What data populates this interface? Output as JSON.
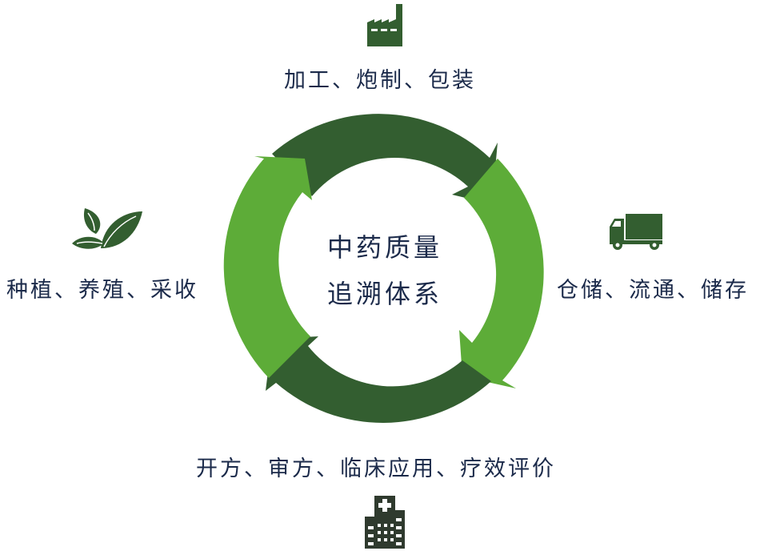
{
  "center": {
    "line1": "中药质量",
    "line2": "追溯体系"
  },
  "stages": {
    "top": {
      "label": "加工、炮制、包装",
      "icon": "factory-icon"
    },
    "right": {
      "label": "仓储、流通、储存",
      "icon": "truck-icon"
    },
    "bottom": {
      "label": "开方、审方、临床应用、疗效评价",
      "icon": "hospital-icon"
    },
    "left": {
      "label": "种植、养殖、采收",
      "icon": "leaves-icon"
    }
  },
  "colors": {
    "dark_green": "#335e30",
    "light_green": "#5dac38",
    "text": "#1b2a4a",
    "hospital": "#2f3a2e"
  }
}
